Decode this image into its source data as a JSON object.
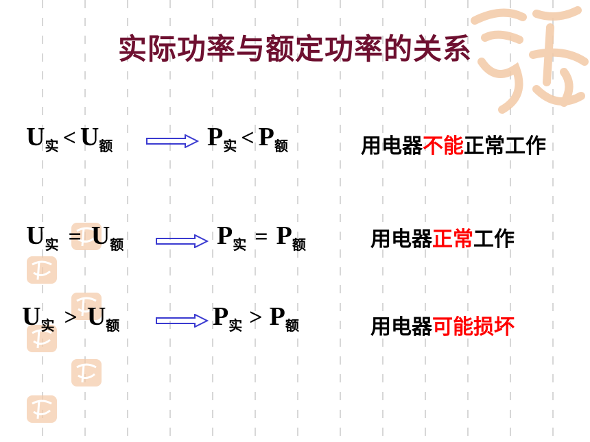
{
  "title": "实际功率与额定功率的关系",
  "rows": [
    {
      "u_left": "U",
      "u_left_sub": "实",
      "u_op": "<",
      "u_right": "U",
      "u_right_sub": "额",
      "p_left": "P",
      "p_left_sub": "实",
      "p_op": "<",
      "p_right": "P",
      "p_right_sub": "额",
      "desc_prefix": "用电器",
      "desc_highlight": "不能",
      "desc_suffix": "正常工作"
    },
    {
      "u_left": "U",
      "u_left_sub": "实",
      "u_op": "=",
      "u_right": "U",
      "u_right_sub": "额",
      "p_left": "P",
      "p_left_sub": "实",
      "p_op": "=",
      "p_right": "P",
      "p_right_sub": "额",
      "desc_prefix": "用电器",
      "desc_highlight": "正常",
      "desc_suffix": "工作"
    },
    {
      "u_left": "U",
      "u_left_sub": "实",
      "u_op": ">",
      "u_right": "U",
      "u_right_sub": "额",
      "p_left": "P",
      "p_left_sub": "实",
      "p_op": ">",
      "p_right": "P",
      "p_right_sub": "额",
      "desc_prefix": "用电器",
      "desc_highlight": "可能损坏",
      "desc_suffix": ""
    }
  ],
  "colors": {
    "title": "#6e1030",
    "highlight": "#ff0000",
    "arrow": "#3a3ad0",
    "stamp": "#f3c9a6"
  }
}
